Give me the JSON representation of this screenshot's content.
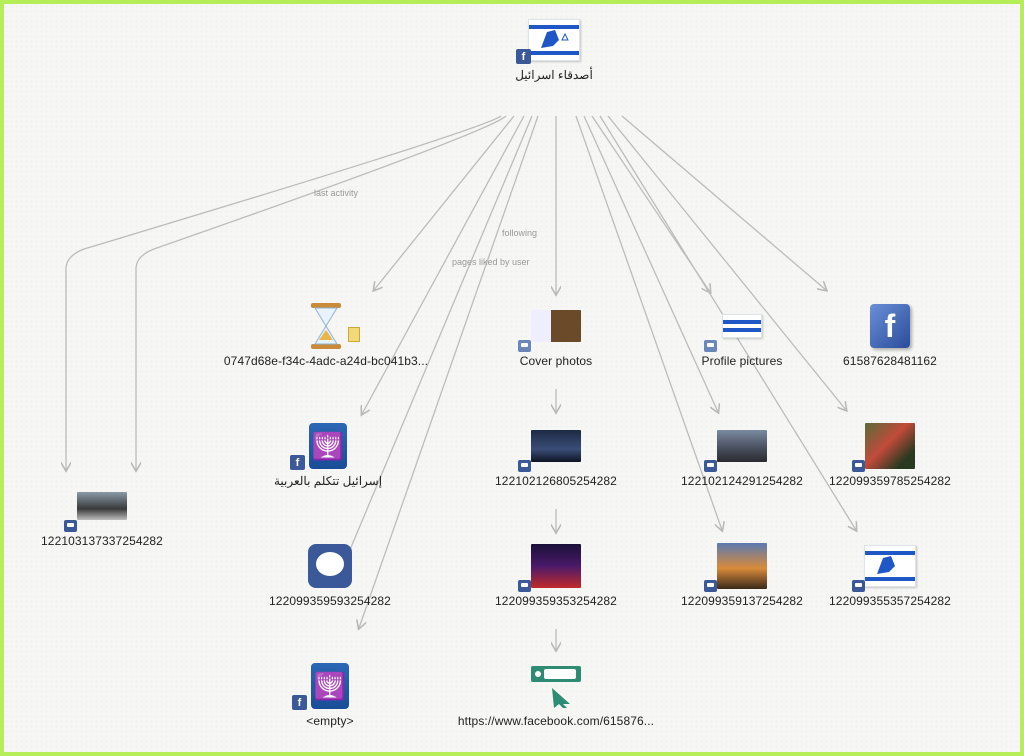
{
  "colors": {
    "frame": "#b6ee5a",
    "edge": "#b8b8b8",
    "facebook": "#3b5998",
    "israel_blue": "#1f58c6"
  },
  "edge_labels": {
    "last_activity": "last activity",
    "following": "following",
    "pages_liked": "pages liked by user"
  },
  "nodes": {
    "root": {
      "label": "أصدقاء اسرائيل",
      "icon": "israel-flag-lion-icon"
    },
    "user_id": {
      "label": "0747d68e-f34c-4adc-a24d-bc041b3...",
      "icon": "hourglass-icon"
    },
    "cover_photos": {
      "label": "Cover photos",
      "icon": "cover-photo-icon"
    },
    "profile_pictures": {
      "label": "Profile pictures",
      "icon": "profile-picture-icon"
    },
    "fb_id": {
      "label": "61587628481162",
      "icon": "facebook-icon"
    },
    "israel_arabic": {
      "label": "إسرائيل تتكلم بالعربية",
      "icon": "menorah-emblem-icon"
    },
    "post_2282a": {
      "label": "122102126805254282",
      "icon": "photo-icon"
    },
    "post_2282b": {
      "label": "122102124291254282",
      "icon": "photo-icon"
    },
    "post_2282c": {
      "label": "122099359785254282",
      "icon": "photo-icon"
    },
    "post_left": {
      "label": "122103137337254282",
      "icon": "photo-icon"
    },
    "messenger": {
      "label": "122099359593254282",
      "icon": "messenger-icon"
    },
    "post_2282d": {
      "label": "122099359353254282",
      "icon": "photo-icon"
    },
    "post_2282e": {
      "label": "122099359137254282",
      "icon": "photo-icon"
    },
    "post_2282f": {
      "label": "122099355357254282",
      "icon": "israel-flag-lion-icon"
    },
    "empty": {
      "label": "<empty>",
      "icon": "menorah-emblem-icon"
    },
    "url": {
      "label": "https://www.facebook.com/615876...",
      "icon": "url-link-icon"
    }
  }
}
